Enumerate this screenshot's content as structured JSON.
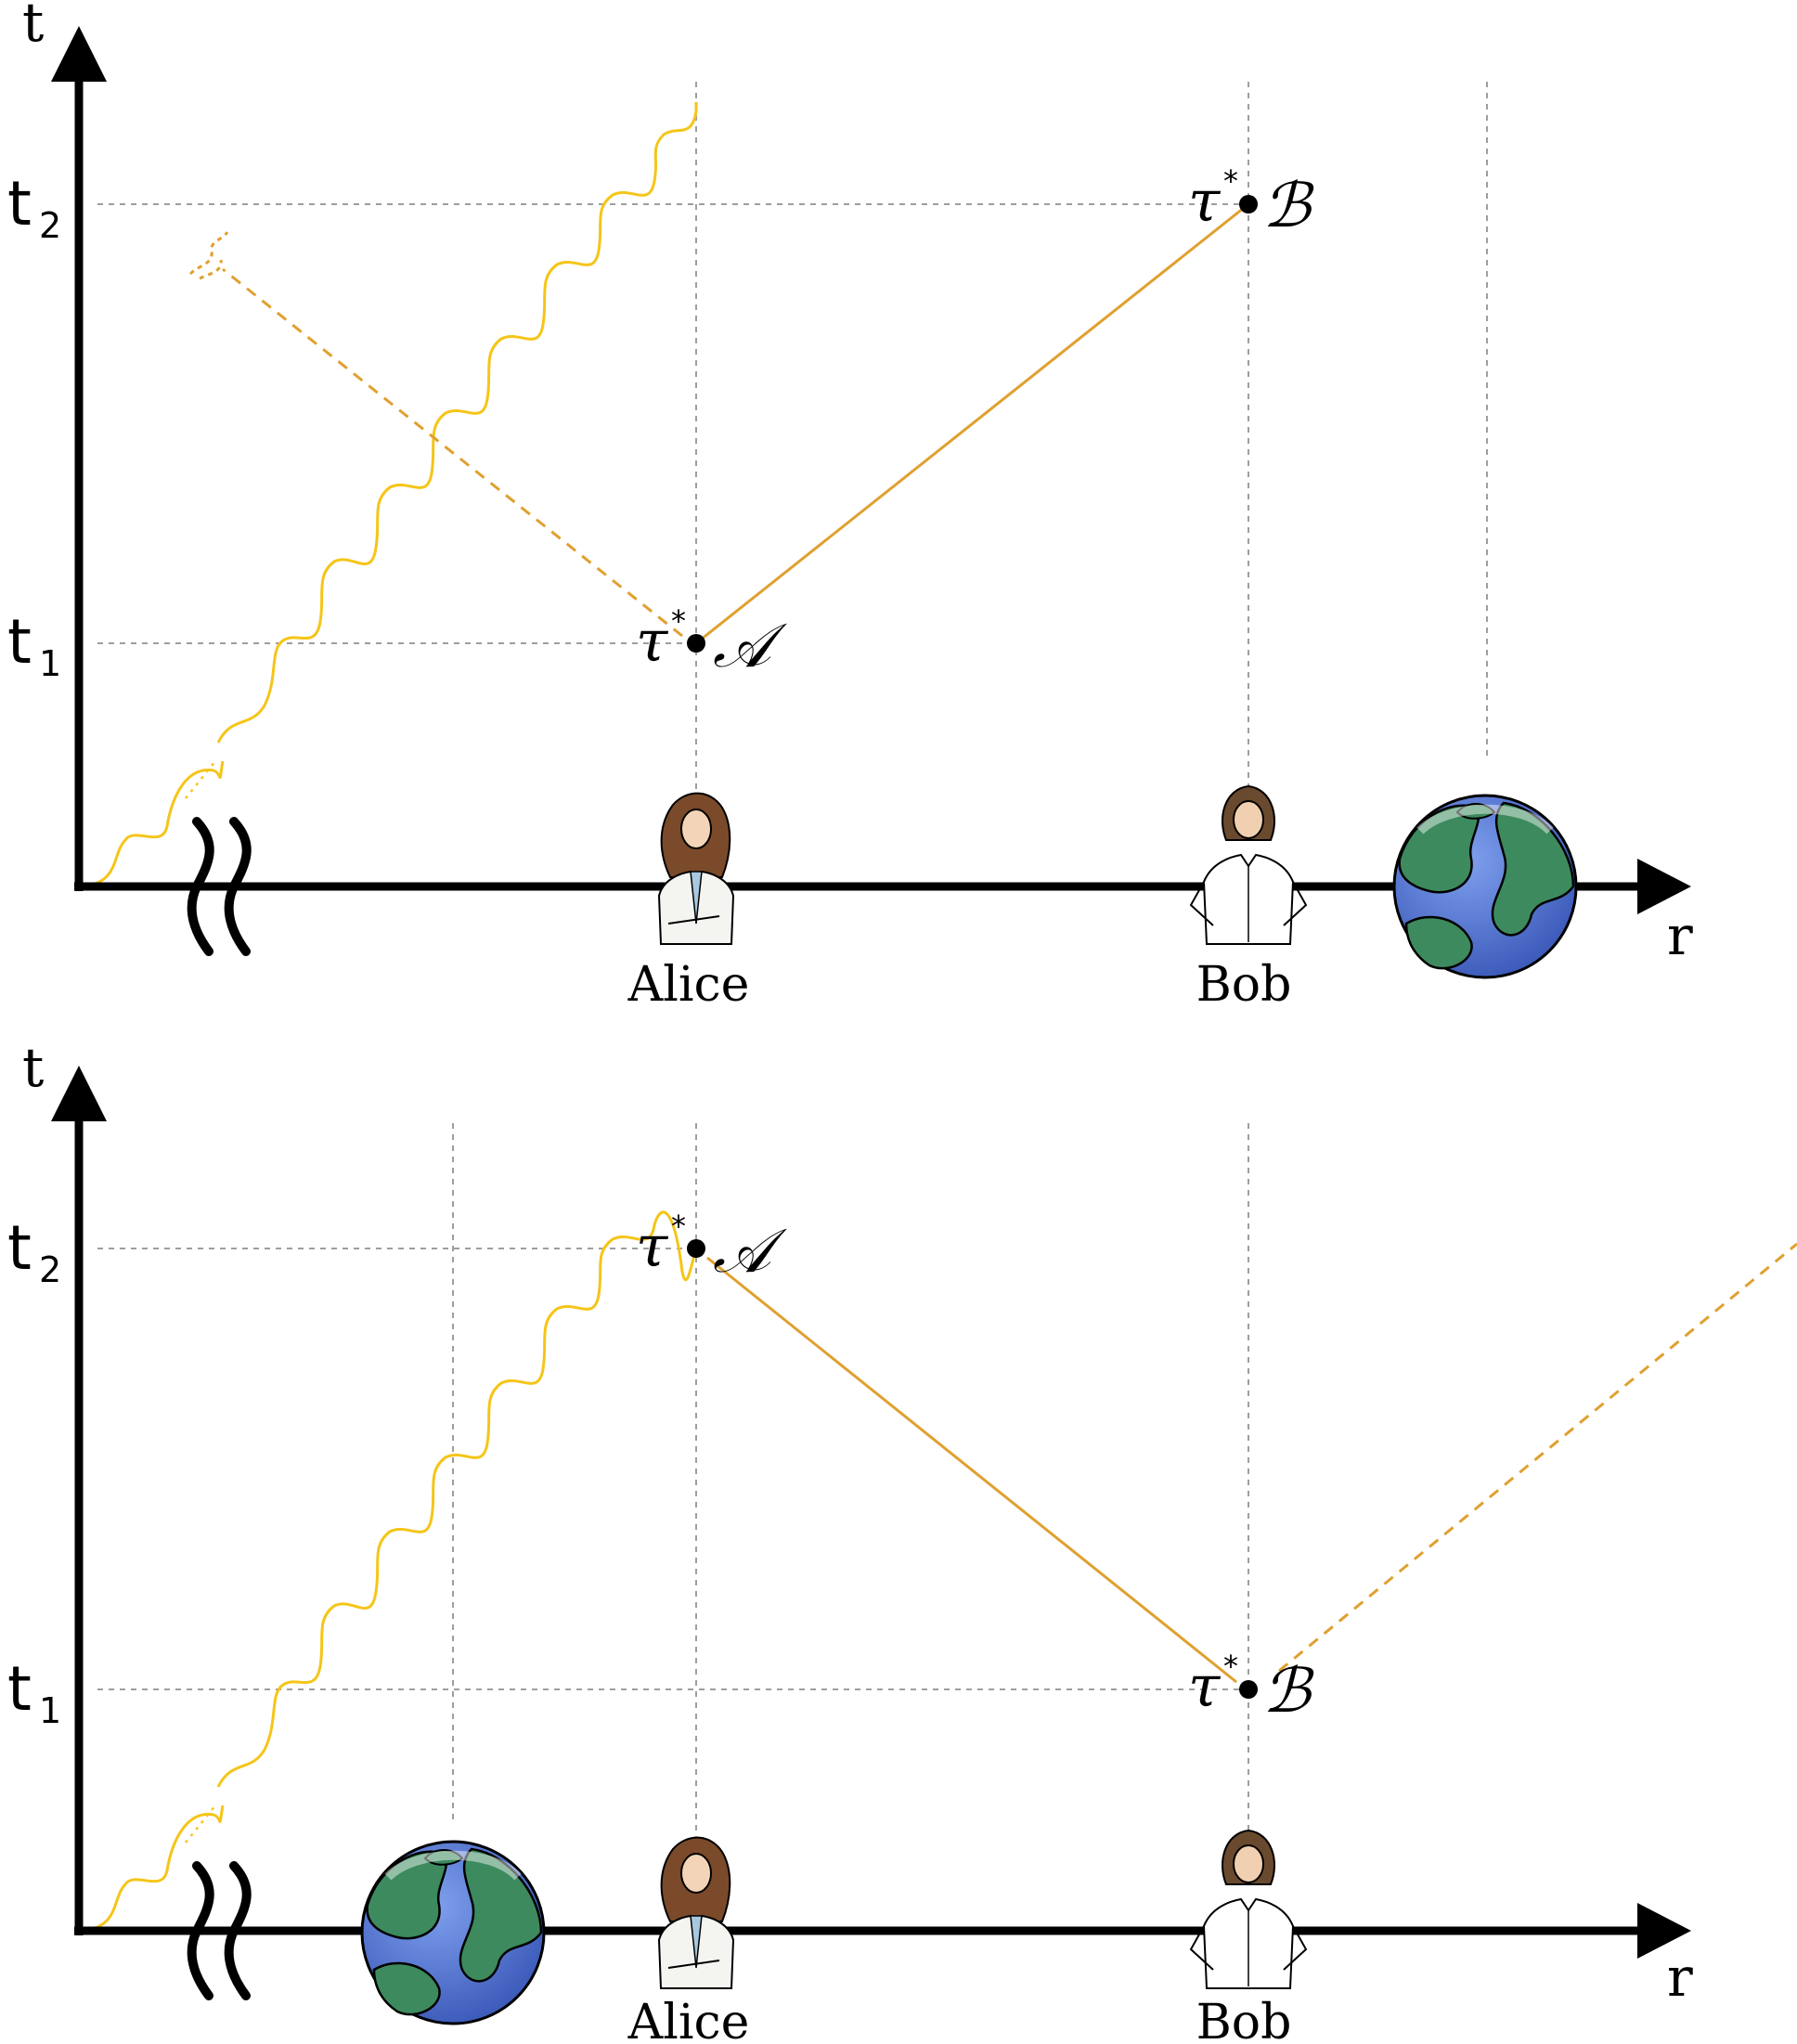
{
  "panels": [
    {
      "axis": {
        "t_label": "t",
        "r_label": "r"
      },
      "ticks": [
        {
          "base": "t",
          "sub": "2"
        },
        {
          "base": "t",
          "sub": "1"
        }
      ],
      "observers": [
        {
          "name": "Alice"
        },
        {
          "name": "Bob"
        }
      ],
      "events": [
        {
          "tau": "τ",
          "star": "*",
          "label": "𝒜"
        },
        {
          "tau": "τ",
          "star": "*",
          "label": "ℬ"
        }
      ]
    },
    {
      "axis": {
        "t_label": "t",
        "r_label": "r"
      },
      "ticks": [
        {
          "base": "t",
          "sub": "2"
        },
        {
          "base": "t",
          "sub": "1"
        }
      ],
      "observers": [
        {
          "name": "Alice"
        },
        {
          "name": "Bob"
        }
      ],
      "events": [
        {
          "tau": "τ",
          "star": "*",
          "label": "𝒜"
        },
        {
          "tau": "τ",
          "star": "*",
          "label": "ℬ"
        }
      ]
    }
  ],
  "colors": {
    "axis": "#000000",
    "grid": "#9e9e9e",
    "worldline": "#e0a030",
    "photon": "#f5c518",
    "earth_land": "#3d8a5f",
    "earth_water": "#4a6fd0"
  },
  "icons": [
    "earth-icon",
    "alice-icon",
    "bob-icon",
    "axis-break-icon"
  ]
}
